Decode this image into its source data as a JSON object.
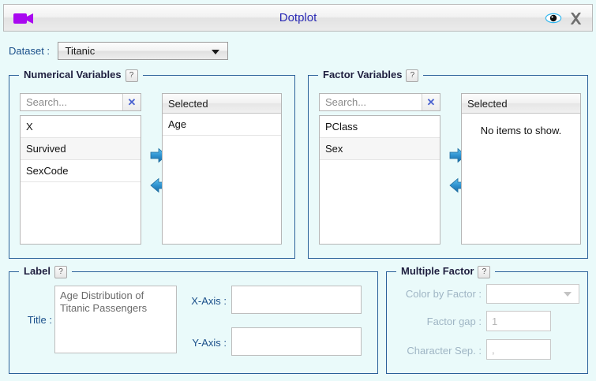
{
  "window": {
    "title": "Dotplot",
    "app_icon": "video-camera-icon",
    "preview_icon": "eye-icon",
    "close_icon": "close-icon"
  },
  "dataset": {
    "label": "Dataset :",
    "selected": "Titanic"
  },
  "numerical_variables": {
    "legend": "Numerical Variables",
    "help": "?",
    "search_placeholder": "Search...",
    "search_value": "",
    "clear_icon": "✕",
    "available": [
      "X",
      "Survived",
      "SexCode"
    ],
    "selected_header": "Selected",
    "selected": [
      "Age"
    ],
    "add_icon": "arrow-right-icon",
    "remove_icon": "arrow-left-icon"
  },
  "factor_variables": {
    "legend": "Factor Variables",
    "help": "?",
    "search_placeholder": "Search...",
    "search_value": "",
    "clear_icon": "✕",
    "available": [
      "PClass",
      "Sex"
    ],
    "selected_header": "Selected",
    "selected": [],
    "empty_text": "No items to show.",
    "add_icon": "arrow-right-icon",
    "remove_icon": "arrow-left-icon"
  },
  "label_section": {
    "legend": "Label",
    "help": "?",
    "title_label": "Title :",
    "title_value": "Age Distribution of Titanic Passengers",
    "xaxis_label": "X-Axis :",
    "xaxis_value": "",
    "yaxis_label": "Y-Axis :",
    "yaxis_value": ""
  },
  "multiple_factor": {
    "legend": "Multiple Factor",
    "help": "?",
    "color_by_factor_label": "Color by Factor :",
    "color_by_factor_value": "",
    "factor_gap_label": "Factor gap :",
    "factor_gap_value": "1",
    "character_sep_label": "Character Sep. :",
    "character_sep_value": ",",
    "enabled": false
  },
  "colors": {
    "background": "#eafafa",
    "group_border": "#2a6099",
    "title_text": "#2b2bb5",
    "field_label": "#1a4f8a",
    "accent_arrow": "#2e87c8",
    "app_icon": "#a908f0"
  }
}
